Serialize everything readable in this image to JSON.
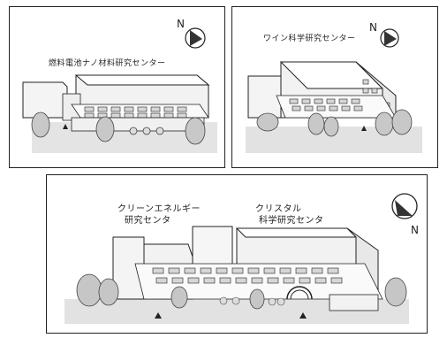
{
  "panels": {
    "top_left": {
      "label": "燃料電池ナノ材料研究センター",
      "north": "N"
    },
    "top_right": {
      "label": "ワイン科学研究センター",
      "north": "N"
    },
    "bottom": {
      "label_left_1": "クリーンエネルギー",
      "label_left_2": "研究センタ",
      "label_right_1": "クリスタル",
      "label_right_2": "科学研究センタ",
      "north": "N"
    }
  },
  "colors": {
    "line": "#222222",
    "wall": "#f4f4f4",
    "shadow": "#cfcfcf",
    "tree": "#bdbdbd",
    "arrow": "#444444"
  }
}
